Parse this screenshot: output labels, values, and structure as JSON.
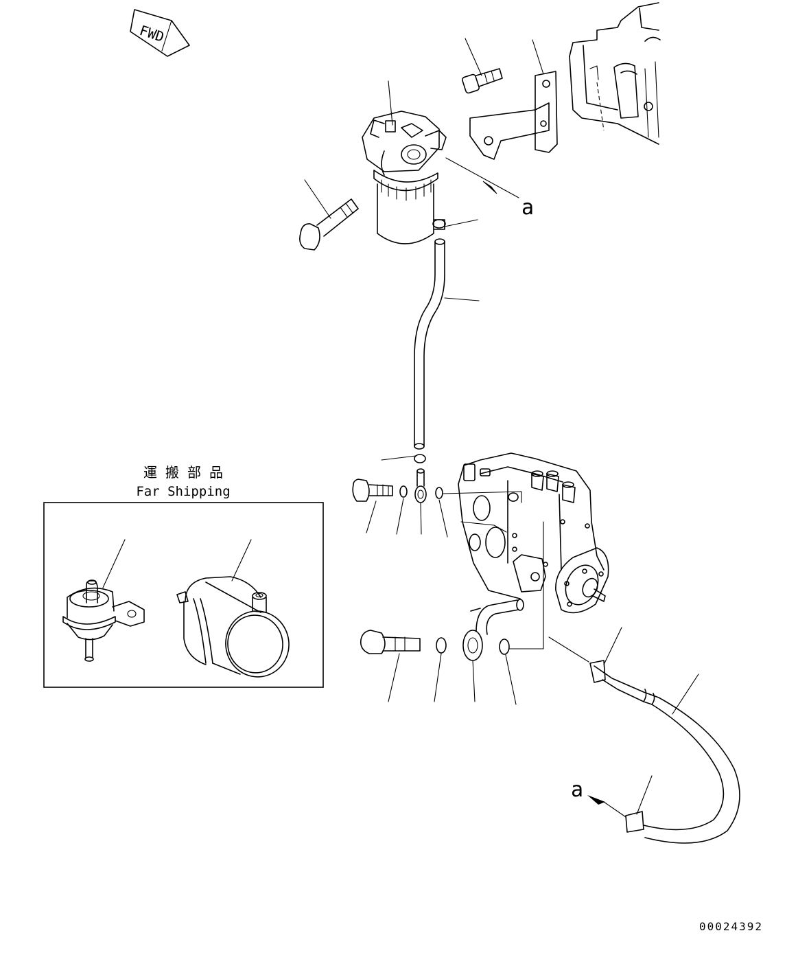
{
  "fwd_label": "FWD",
  "arrow_label": "a",
  "shipping_title_jp": "運 搬 部 品",
  "shipping_title_en": "Far Shipping",
  "drawing_number": "00024392"
}
